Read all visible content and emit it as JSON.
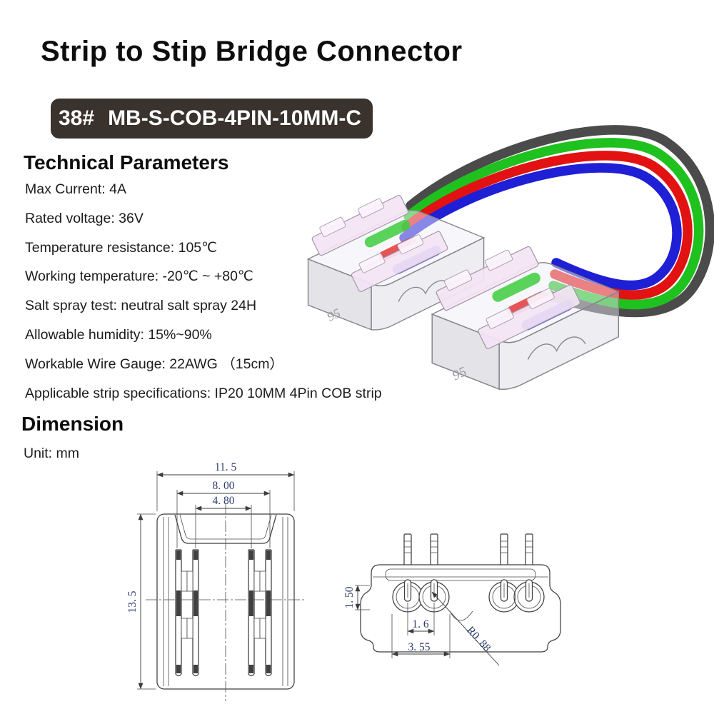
{
  "page": {
    "background": "#ffffff"
  },
  "title": "Strip to Stip Bridge Connector",
  "badge": {
    "number": "38#",
    "model": "MB-S-COB-4PIN-10MM-C",
    "background": "#3a322d",
    "text_color": "#ffffff"
  },
  "technical": {
    "heading": "Technical Parameters",
    "items": [
      "Max Current: 4A",
      "Rated voltage: 36V",
      "Temperature resistance: 105℃",
      "Working temperature: -20℃ ~ +80℃",
      "Salt spray test: neutral salt spray 24H",
      "Allowable humidity: 15%~90%",
      "Workable Wire Gauge: 22AWG （15cm）",
      "Applicable strip specifications: IP20 10MM 4Pin COB strip"
    ]
  },
  "dimension": {
    "heading": "Dimension",
    "unit_label": "Unit: mm",
    "top_view": {
      "overall_width": "11. 5",
      "pin_span_outer": "8. 00",
      "pin_span_inner": "4. 80",
      "overall_length": "13. 5"
    },
    "front_view": {
      "step_height": "1. 50",
      "slot_pitch": "1. 6",
      "hole_width": "3. 55",
      "corner_radius": "R0. 88"
    }
  },
  "figure": {
    "engraving": "95",
    "wire_colors": {
      "black": "#4b4b4b",
      "green": "#1fc11f",
      "red": "#e31212",
      "blue": "#1f1fd6"
    },
    "connector_body": "rgba(222,222,231,0.5)",
    "latch_color": "#f3e4f4"
  }
}
